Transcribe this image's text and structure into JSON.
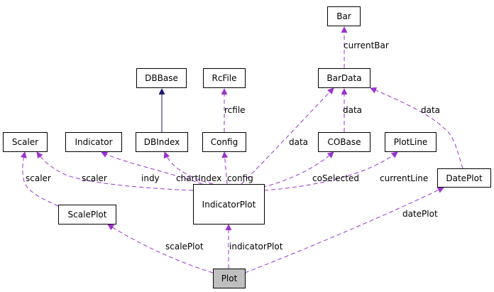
{
  "colors": {
    "inheritance": "#191970",
    "usage": "#9a32cd",
    "highlight_fill": "#bfbfbf",
    "node_border": "#000000"
  },
  "nodes": {
    "bar": "Bar",
    "bardata": "BarData",
    "dbbase": "DBBase",
    "rcfile": "RcFile",
    "scaler": "Scaler",
    "indicator": "Indicator",
    "dbindex": "DBIndex",
    "config": "Config",
    "cobase": "COBase",
    "plotline": "PlotLine",
    "dateplot": "DatePlot",
    "scaleplot": "ScalePlot",
    "indicatorplot": "IndicatorPlot",
    "plot": "Plot"
  },
  "edge_labels": {
    "current_bar": "currentBar",
    "rcfile": "rcfile",
    "data_bardata_cobase": "data",
    "data_dateplot": "data",
    "data_indicatorplot": "data",
    "scaler_scaleplot": "scaler",
    "scaler_indicatorplot": "scaler",
    "indy": "indy",
    "chart_index": "chartIndex",
    "config": "config",
    "co_selected": "coSelected",
    "current_line": "currentLine",
    "date_plot": "datePlot",
    "scale_plot": "scalePlot",
    "indicator_plot": "indicatorPlot"
  }
}
